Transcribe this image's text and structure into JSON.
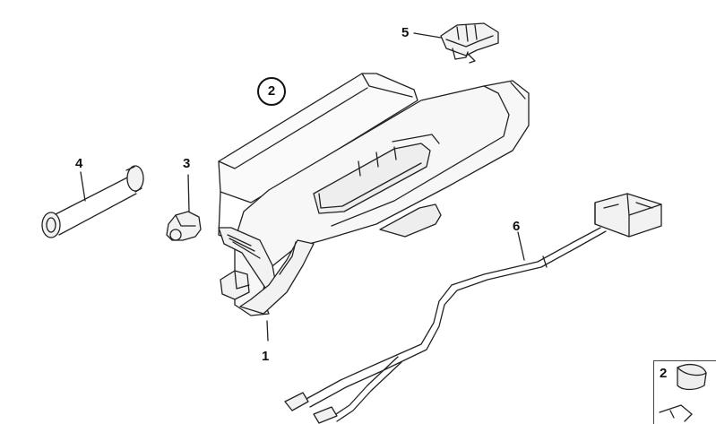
{
  "diagram": {
    "callouts": [
      {
        "id": "1",
        "text": "1"
      },
      {
        "id": "2",
        "text": "2"
      },
      {
        "id": "3",
        "text": "3"
      },
      {
        "id": "4",
        "text": "4"
      },
      {
        "id": "5",
        "text": "5"
      },
      {
        "id": "6",
        "text": "6"
      }
    ],
    "legend": {
      "number": "2"
    }
  }
}
